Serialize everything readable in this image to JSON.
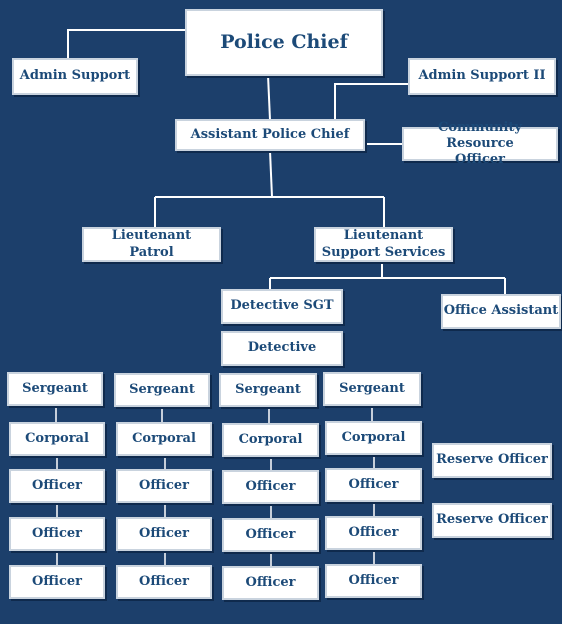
{
  "org_chart": {
    "chief": "Police Chief",
    "admin_support": "Admin Support",
    "admin_support_2": "Admin Support II",
    "assistant_chief": "Assistant Police Chief",
    "community_resource": [
      "Community Resource",
      "Officer"
    ],
    "lt_patrol": [
      "Lieutenant",
      "Patrol"
    ],
    "lt_support": [
      "Lieutenant",
      "Support Services"
    ],
    "detective_sgt": "Detective SGT",
    "detective": "Detective",
    "office_assistant": "Office Assistant",
    "reserve_officers": [
      "Reserve Officer",
      "Reserve Officer"
    ],
    "squads": [
      [
        "Sergeant",
        "Corporal",
        "Officer",
        "Officer",
        "Officer"
      ],
      [
        "Sergeant",
        "Corporal",
        "Officer",
        "Officer",
        "Officer"
      ],
      [
        "Sergeant",
        "Corporal",
        "Officer",
        "Officer",
        "Officer"
      ],
      [
        "Sergeant",
        "Corporal",
        "Officer",
        "Officer",
        "Officer"
      ]
    ]
  },
  "colors": {
    "background": "#1c3f6b",
    "box_fill": "#ffffff",
    "box_text": "#1c4a78",
    "connector": "#ffffff"
  }
}
